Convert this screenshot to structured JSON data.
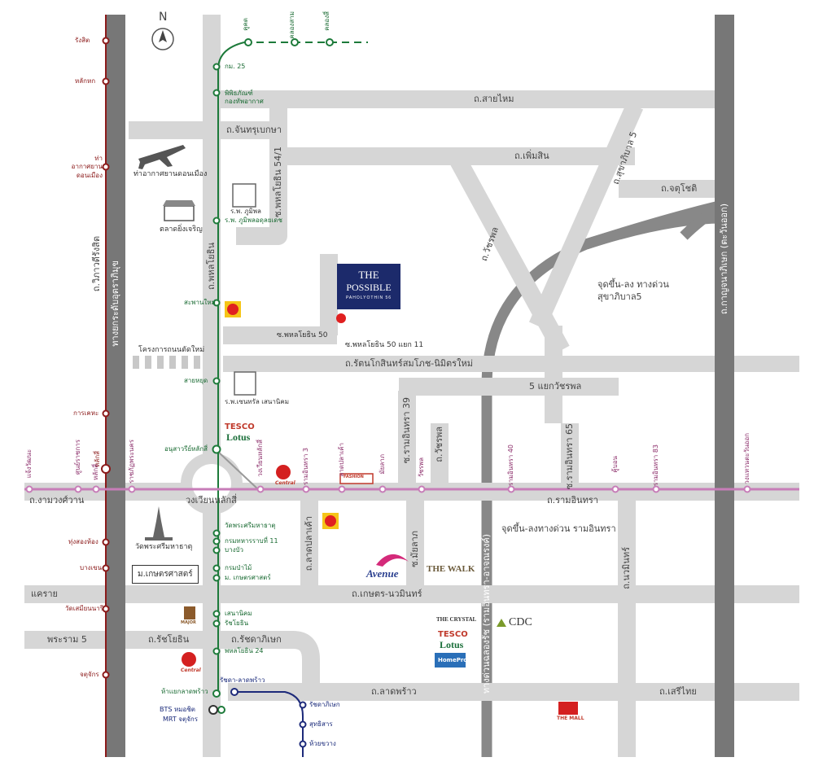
{
  "compass": "N",
  "project": {
    "line1": "THE",
    "line2": "POSSIBLE",
    "line3": "PAHOLYOTHIN 56"
  },
  "roads": {
    "sai_mai": "ถ.สายไหม",
    "phemsin": "ถ.เพิ่มสิน",
    "chan": "ถ.จันทรุเบกษา",
    "chuchot": "ถ.จตุโชติ",
    "sukhaphiban5": "ถ.สุขาภิบาล 5",
    "phahon_54_1": "ซ.พหลโยธิน 54/1",
    "phahon": "ถ.พหลโยธิน",
    "vibhavadi": "ถ.วิภาวดีรังสิต",
    "phahon50": "ซ.พหลโยธิน 50",
    "phahon50_11": "ซ.พหลโยธิน 50 แยก 11",
    "ratan": "ถ.รัตนโกสินทร์สมโภช-นิมิตรใหม่",
    "watcharaphon": "ถ.วัชรพล",
    "watcharaphon_jn": "5 แยกวัชรพล",
    "ramintra39": "ซ.รามอินทรา 39",
    "watcharaphon2": "ถ.วัชรพล",
    "ramintra65": "ซ.รามอินทรา 65",
    "ngam": "ถ.งามวงศ์วาน",
    "ramintra": "ถ.รามอินทรา",
    "circle": "วงเวียนหลักสี่",
    "ladplakao": "ถ.ลาดปลาเค้า",
    "chaloem": "ซ.มัยลาภ",
    "kaset": "ถ.เกษตร-นวมินทร์",
    "nawamin": "ถ.นวมินทร์",
    "khraerai": "แคราย",
    "rama5": "พระราม 5",
    "ratchayothin": "ถ.รัชโยธิน",
    "ratchadaphisek": "ถ.รัชดาภิเษก",
    "ladprao": "ถ.ลาดพร้าว",
    "seri_thai": "ถ.เสรีไทย",
    "expressway": "ทางด่วนฉลองรัช (รามอินทรา-อาจณรงค์)",
    "kanchana": "ถ.กาญจนาภิเษก (ตะวันออก)",
    "tollway": "ทางยกระดับอุตราภิมุข"
  },
  "notes": {
    "sukhaphiban_ramp": "จุดขึ้น-ลง ทางด่วน สุขาภิบาล5",
    "ramintra_ramp": "จุดขึ้น-ลงทางด่วน รามอินทรา",
    "new_road_project": "โครงการถนนตัดใหม่"
  },
  "places": {
    "airport": "ท่าอากาศยานดอนเมือง",
    "market": "ตลาดยิ่งเจริญ",
    "bhumibol": "ร.พ. ภูมิพล",
    "temple": "วัดพระศรีมหาธาตุ",
    "kaset_univ": "ม.เกษตรศาสตร์",
    "central_hosp": "ร.พ.เซนทรัล เสนานิคม",
    "bts": "BTS หมอชิต",
    "mrt": "MRT จตุจักร"
  },
  "logos": {
    "tesco1": "TESCO",
    "lotus1": "Lotus",
    "tesco2": "TESCO",
    "lotus2": "Lotus",
    "avenue": "Avenue",
    "thewalk": "THE WALK",
    "crystal": "THE CRYSTAL",
    "cdc": "CDC",
    "homepro": "HomePro",
    "themall": "THE MALL",
    "central1": "Central",
    "central2": "Central",
    "major": "MAJOR",
    "fashion": "FASHION"
  },
  "stations": {
    "green_top": [
      "คูคต",
      "คลองสาม",
      "คลองสี่"
    ],
    "green": [
      "กม. 25",
      "พิพิธภัณฑ์กองทัพอากาศ",
      "ร.พ. ภูมิพลอดุลยเดช",
      "สะพานใหม่",
      "สายหยุด",
      "อนุสาวรีย์หลักสี่",
      "วัดพระศรีมหาธาตุ",
      "กรมทหารราบที่ 11",
      "บางบัว",
      "กรมป่าไม้",
      "ม. เกษตรศาสตร์",
      "เสนานิคม",
      "รัชโยธิน",
      "พหลโยธิน 24",
      "ห้าแยกลาดพร้าว"
    ],
    "red": [
      "รังสิต",
      "หลักหก",
      "ท่าอากาศยาน ดอนเมือง",
      "การเคหะ",
      "หลักสี่",
      "ทุ่งสองห้อง",
      "บางเขน",
      "วัดเสมียนนารี",
      "จตุจักร"
    ],
    "pink": [
      "แจ้งวัฒนะ",
      "ศูนย์ราชการ",
      "หลักสี่",
      "ราชภัฏพระนคร",
      "วงเวียนหลักสี่",
      "รามอินทรา 3",
      "ลาดปลาเค้า",
      "มัยลาภ",
      "วัชรพล",
      "รามอินทรา 40",
      "คู้บอน",
      "รามอินทรา 83",
      "วงแหวนตะวันออก"
    ],
    "blue": [
      "รัชดา-ลาดพร้าว",
      "รัชดาภิเษก",
      "สุทธิสาร",
      "ห้วยขวาง"
    ]
  }
}
